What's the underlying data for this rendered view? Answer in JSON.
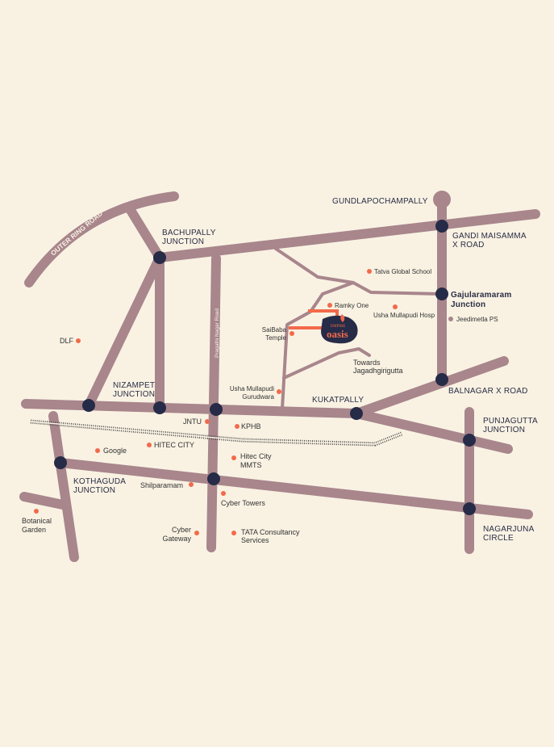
{
  "colors": {
    "background": "#f9f2e3",
    "road": "#a8868c",
    "junction": "#262b47",
    "poi": "#f26a4b",
    "secondary_poi": "#a8868c"
  },
  "roads": {
    "outer_ring": "OUTER RING ROAD",
    "pragathi": "Pragathi Nagar Road"
  },
  "junctions": {
    "gundla": "GUNDLAPOCHAMPALLY",
    "bachupally": [
      "BACHUPALLY",
      "JUNCTION"
    ],
    "gandi": [
      "GANDI MAISAMMA",
      "X ROAD"
    ],
    "gajula": [
      "Gajularamaram",
      "Junction"
    ],
    "nizampet": [
      "NIZAMPET",
      "JUNCTION"
    ],
    "kukatpally": "KUKATPALLY",
    "balnagar": "BALNAGAR X ROAD",
    "punjagutta": [
      "PUNJAGUTTA",
      "JUNCTION"
    ],
    "kothaguda": [
      "KOTHAGUDA",
      "JUNCTION"
    ],
    "nagarjuna": [
      "NAGARJUNA",
      "CIRCLE"
    ]
  },
  "pois": {
    "tatva": "Tatva Global School",
    "ramky": "Ramky One",
    "usha_hosp": "Usha Mullapudi Hosp",
    "jeedimetla": "Jeedimetla PS",
    "saibaba": [
      "SaiBaba",
      "Temple"
    ],
    "towards": [
      "Towards",
      "Jagadhgirigutta"
    ],
    "gurudwara": [
      "Usha Mullapudi",
      "Gurudwara"
    ],
    "dlf": "DLF",
    "jntu": "JNTU",
    "kphb": "KPHB",
    "google": "Google",
    "hitec": "HITEC CITY",
    "mmts": [
      "Hitec City",
      "MMTS"
    ],
    "shilparamam": "Shilparamam",
    "cyber_towers": "Cyber Towers",
    "botanical": [
      "Botanical",
      "Garden"
    ],
    "cyber_gateway": [
      "Cyber",
      "Gateway"
    ],
    "tcs": [
      "TATA Consultancy",
      "Services"
    ]
  },
  "logo": {
    "brand": "EMPIRE",
    "name": "oasis"
  }
}
